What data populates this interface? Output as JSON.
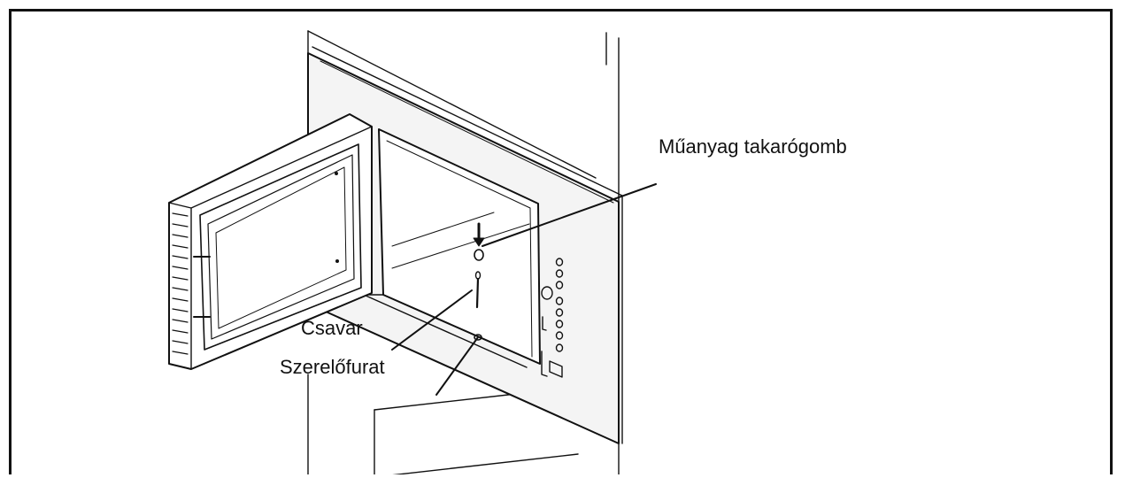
{
  "labels": {
    "cover_button": "Műanyag takarógomb",
    "screw": "Csavar",
    "mounting_hole": "Szerelőfurat"
  },
  "colors": {
    "line": "#111111",
    "frame_border": "#111111",
    "background": "#ffffff",
    "panel_shade": "#f4f4f4"
  }
}
